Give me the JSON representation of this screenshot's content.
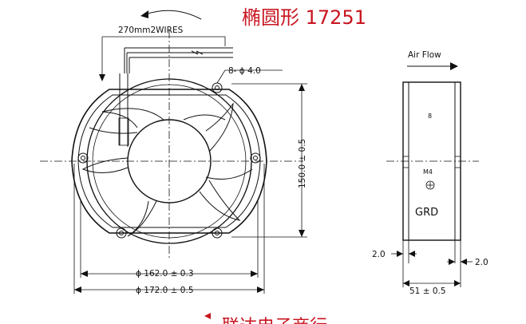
{
  "title": "椭圆形 17251",
  "wires_label": "270mm2WIRES",
  "holes_label": "8- ϕ 4.0",
  "airflow_label": "Air Flow",
  "height_label": "150.0 ± 0.5",
  "dia_inner_label": "ϕ 162.0 ± 0.3",
  "dia_outer_label": "ϕ 172.0 ± 0.5",
  "depth_label": "51 ± 0.5",
  "flange_left_label": "2.0",
  "flange_right_label": "2.0",
  "screw_label": "M4",
  "ground_label": "GRD",
  "footer_text": "联达电子商行",
  "colors": {
    "title": "#c8141e",
    "line": "#111111"
  }
}
